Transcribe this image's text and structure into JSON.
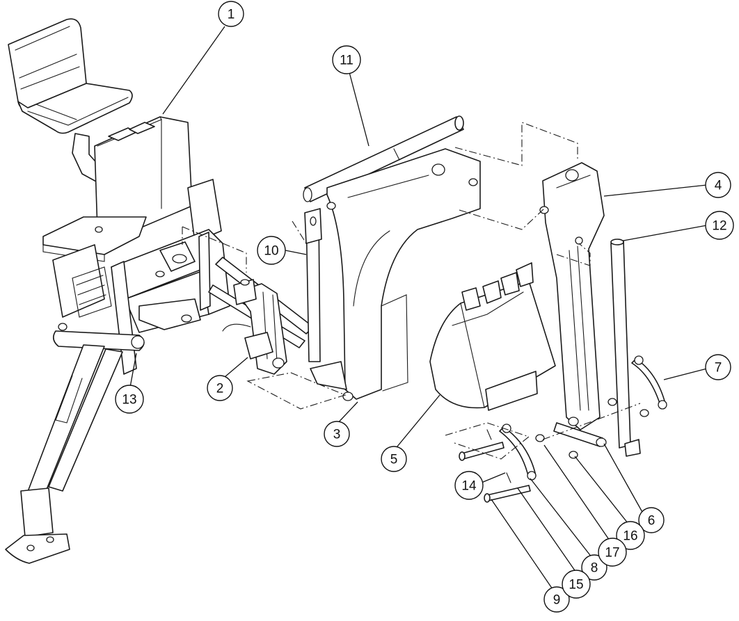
{
  "diagram": {
    "type": "exploded-assembly",
    "callouts": [
      {
        "id": "1",
        "label": "1"
      },
      {
        "id": "2",
        "label": "2"
      },
      {
        "id": "3",
        "label": "3"
      },
      {
        "id": "4",
        "label": "4"
      },
      {
        "id": "5",
        "label": "5"
      },
      {
        "id": "6",
        "label": "6"
      },
      {
        "id": "7",
        "label": "7"
      },
      {
        "id": "8",
        "label": "8"
      },
      {
        "id": "9",
        "label": "9"
      },
      {
        "id": "10",
        "label": "10"
      },
      {
        "id": "11",
        "label": "11"
      },
      {
        "id": "12",
        "label": "12"
      },
      {
        "id": "13",
        "label": "13"
      },
      {
        "id": "14",
        "label": "14"
      },
      {
        "id": "15",
        "label": "15"
      },
      {
        "id": "16",
        "label": "16"
      },
      {
        "id": "17",
        "label": "17"
      }
    ]
  }
}
